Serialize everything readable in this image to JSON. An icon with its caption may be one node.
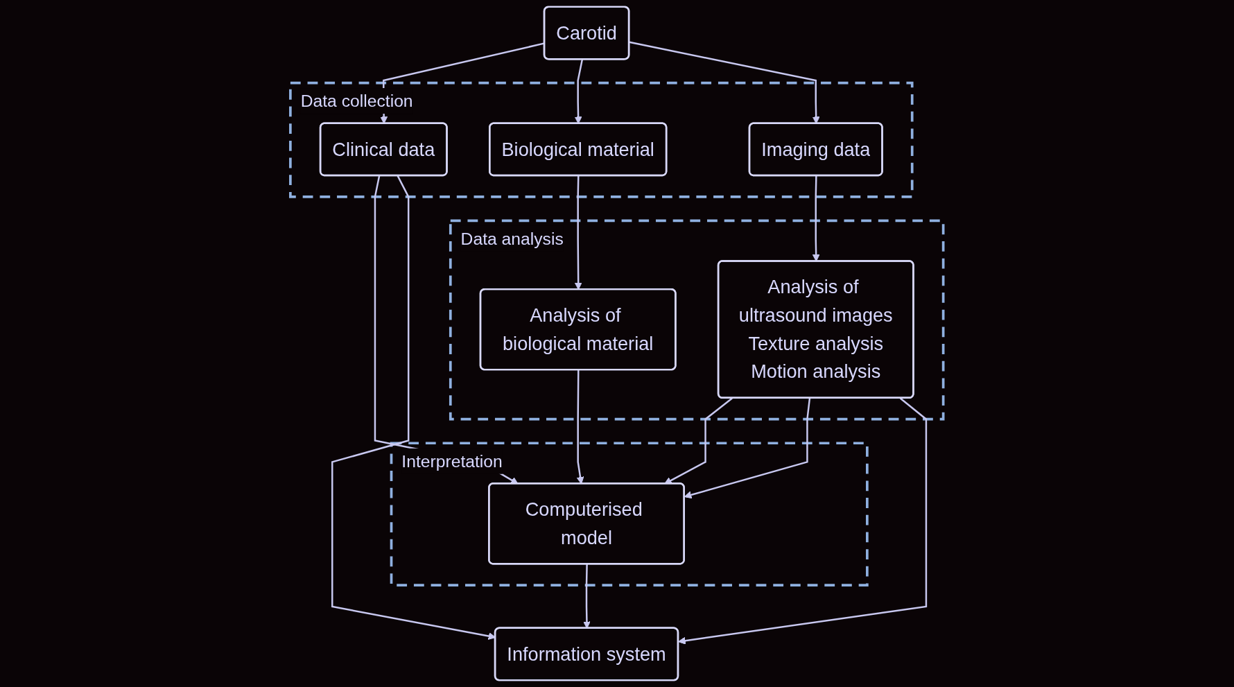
{
  "diagram": {
    "nodes": [
      {
        "text": [
          "Carotid"
        ]
      },
      {
        "text": [
          "Data collection"
        ]
      },
      {
        "text": [
          "Clinical data"
        ],
        "in": 1
      },
      {
        "text": [
          "Biological material"
        ],
        "in": 1
      },
      {
        "text": [
          "Imaging data"
        ],
        "in": 1
      },
      {
        "text": [
          "Data analysis"
        ]
      },
      {
        "text": [
          "Analysis of biological material"
        ],
        "in": 5
      },
      {
        "text": [
          "Analysis of ultrasound images",
          "Texture analysis",
          "Motion analysis"
        ],
        "in": 5
      },
      {
        "text": [
          "Interpretation"
        ]
      },
      {
        "text": [
          "Computerised model"
        ],
        "in": 8
      },
      {
        "text": [
          "Information system"
        ]
      }
    ],
    "edges": [
      {
        "from": 0,
        "to": 2,
        "arrow": "to"
      },
      {
        "from": 0,
        "to": 3,
        "arrow": "to"
      },
      {
        "from": 0,
        "to": 4,
        "arrow": "to"
      },
      {
        "from": 3,
        "to": 6,
        "arrow": "to"
      },
      {
        "from": 4,
        "to": 7,
        "arrow": "to"
      },
      {
        "from": 6,
        "to": 9,
        "arrow": "to"
      },
      {
        "from": 7,
        "to": 9,
        "arrow": "to"
      },
      {
        "from": 2,
        "to": 9,
        "arrow": "to"
      },
      {
        "from": 2,
        "to": 10,
        "arrow": "to"
      },
      {
        "from": 9,
        "to": 10,
        "arrow": "to"
      },
      {
        "from": 7,
        "to": 9,
        "arrow": "to"
      },
      {
        "from": 7,
        "to": 10,
        "arrow": "to"
      }
    ]
  }
}
